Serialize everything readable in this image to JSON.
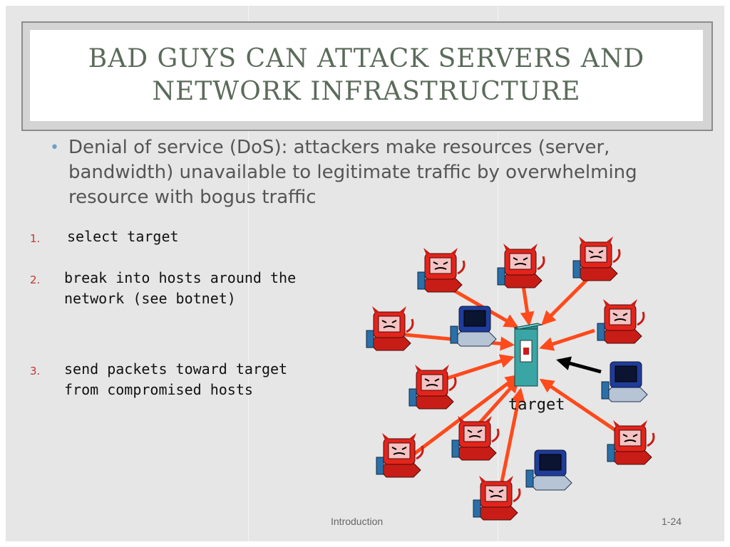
{
  "slide": {
    "title": "BAD GUYS CAN ATTACK SERVERS AND NETWORK INFRASTRUCTURE",
    "bullet": "Denial of service (DoS): attackers make resources (server, bandwidth) unavailable to legitimate traffic by overwhelming resource with bogus traffic",
    "steps": [
      {
        "number": "1.",
        "text": "select target"
      },
      {
        "number": "2.",
        "text": "break into hosts around the network (see botnet)"
      },
      {
        "number": "3.",
        "text": "send packets toward target from compromised hosts"
      }
    ],
    "target_label": "target",
    "footer": {
      "left": "Introduction",
      "right": "1-24"
    }
  },
  "colors": {
    "title": "#5b6b5b",
    "bullet_dot": "#6fa0c8",
    "step_number": "#c0392b",
    "attack_arrow": "#ff4a1c",
    "server_body": "#3aa5a5",
    "infected_host": "#e3241b",
    "clean_host": "#1f3c9a"
  },
  "icons": {
    "infected_host": "devil-computer-icon",
    "clean_host": "computer-icon",
    "server": "server-tower-icon",
    "bullet": "bullet-dot-icon"
  }
}
